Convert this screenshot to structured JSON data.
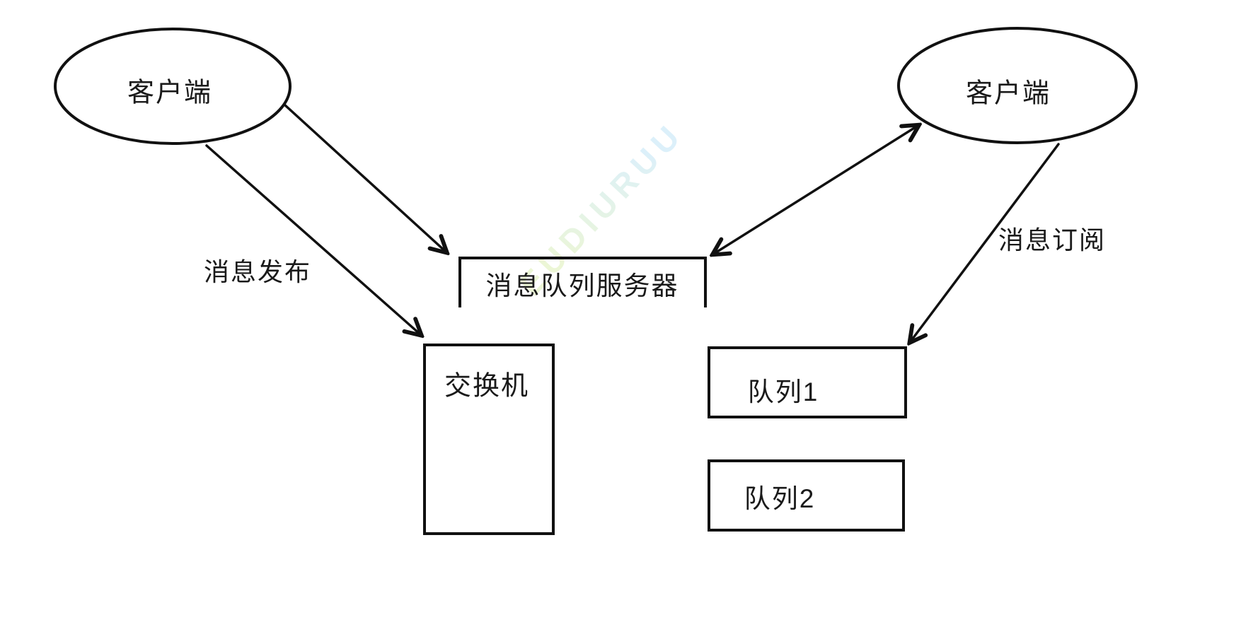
{
  "diagram": {
    "nodes": {
      "client_left": {
        "label": "客户端",
        "shape": "ellipse"
      },
      "client_right": {
        "label": "客户端",
        "shape": "ellipse"
      },
      "server": {
        "label": "消息队列服务器",
        "shape": "open-bottom-rectangle"
      },
      "exchange": {
        "label": "交换机",
        "shape": "rectangle"
      },
      "queue1": {
        "label": "队列1",
        "shape": "rectangle"
      },
      "queue2": {
        "label": "队列2",
        "shape": "rectangle"
      }
    },
    "edges": [
      {
        "from": "client_left",
        "to": "server",
        "label": "",
        "arrows": "to"
      },
      {
        "from": "client_left",
        "to": "exchange",
        "label": "消息发布",
        "arrows": "to"
      },
      {
        "from": "server",
        "to": "client_right",
        "label": "",
        "arrows": "both"
      },
      {
        "from": "client_right",
        "to": "queue1",
        "label": "消息订阅",
        "arrows": "to"
      }
    ],
    "edge_labels": {
      "publish": "消息发布",
      "subscribe": "消息订阅"
    },
    "watermark": "EUDIURUU",
    "colors": {
      "stroke": "#111111",
      "background": "#ffffff",
      "watermark_green": "#ecf6d6",
      "watermark_cyan": "#dcf0fa"
    }
  }
}
